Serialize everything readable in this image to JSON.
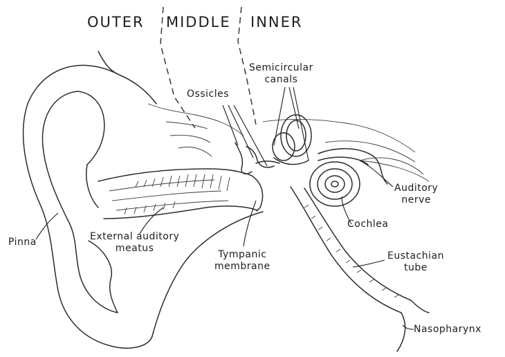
{
  "regions": {
    "outer": "OUTER",
    "middle": "MIDDLE",
    "inner": "INNER"
  },
  "labels": {
    "semicircular_canals": "Semicircular\ncanals",
    "ossicles": "Ossicles",
    "auditory_nerve": "Auditory\nnerve",
    "cochlea": "Cochlea",
    "pinna": "Pinna",
    "external_auditory_meatus": "External auditory\nmeatus",
    "tympanic_membrane": "Tympanic\nmembrane",
    "eustachian_tube": "Eustachian\ntube",
    "nasopharynx": "Nasopharynx"
  },
  "colors": {
    "ink": "#2a2a2a",
    "background": "#ffffff"
  }
}
